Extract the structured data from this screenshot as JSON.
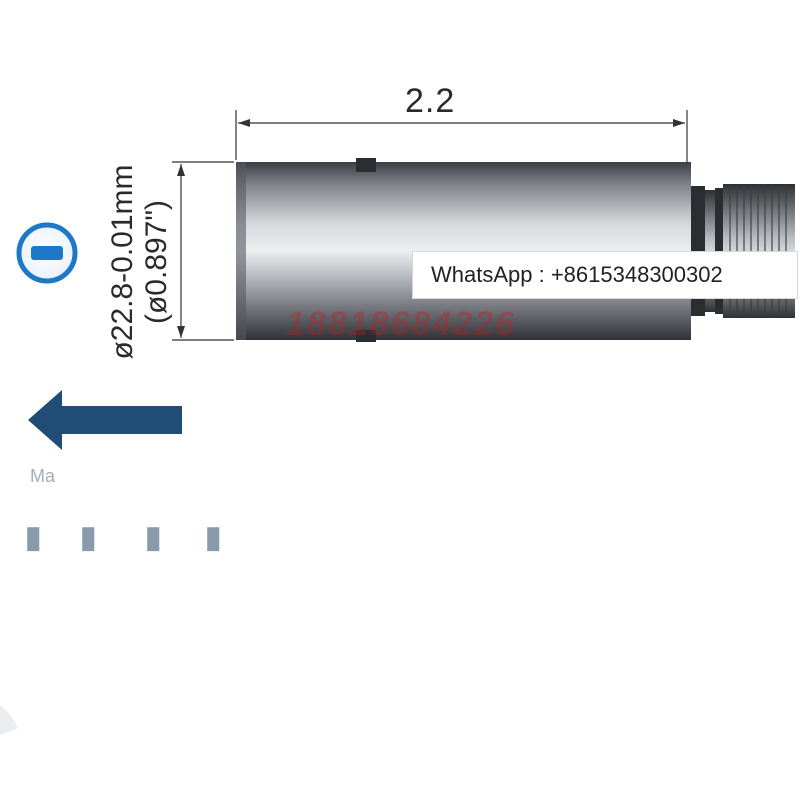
{
  "dimensions": {
    "length_label": "2.2",
    "diameter_mm": "ø22.8-0.01mm",
    "diameter_in": "(ø0.897\")"
  },
  "overlay": {
    "whatsapp": "WhatsApp : +8615348300302"
  },
  "watermark": "18818684226",
  "icons": {
    "badge": "info-circle-icon",
    "arrow": "left-arrow-icon"
  },
  "caption": "Ma",
  "colors": {
    "badge_blue": "#1e78c8",
    "arrow_navy": "#1f4d75",
    "watermark_red": "#c02020"
  }
}
